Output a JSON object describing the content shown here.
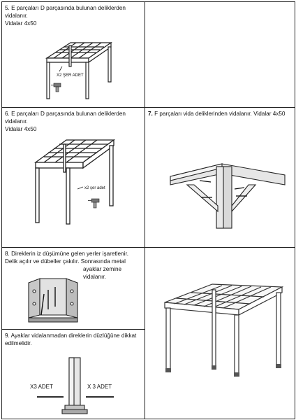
{
  "steps": {
    "step5": {
      "text": "5. E parçaları D parçasında bulunan deliklerden\nvidalanır.\nVidalar 4x50",
      "label": "X2 ŞER ADET"
    },
    "step6": {
      "text": "6. E parçaları D parçasında bulunan deliklerden\nvidalanır.\nVidalar 4x50",
      "label": "x2 şer adet"
    },
    "step7": {
      "number": "7.",
      "text": " F parçaları vida deliklerinden vidalanır. Vidalar 4x50"
    },
    "step8": {
      "text": "8. Direklerin iz düşümüne gelen yerler işaretlenir.\nDelik açılır ve dübeller çakılır. Sonrasında metal",
      "text2": "ayaklar zemine\nvidalanır."
    },
    "step9": {
      "text": "9. Ayaklar vidalanmadan direklerin düzlüğüne dikkat\nedilmelidir.",
      "label_left": "X3 ADET",
      "label_right": "X 3 ADET"
    }
  },
  "icons": [
    "drill-icon",
    "screw-icon",
    "pergola-frame-icon",
    "metal-bracket-icon",
    "post-icon"
  ]
}
